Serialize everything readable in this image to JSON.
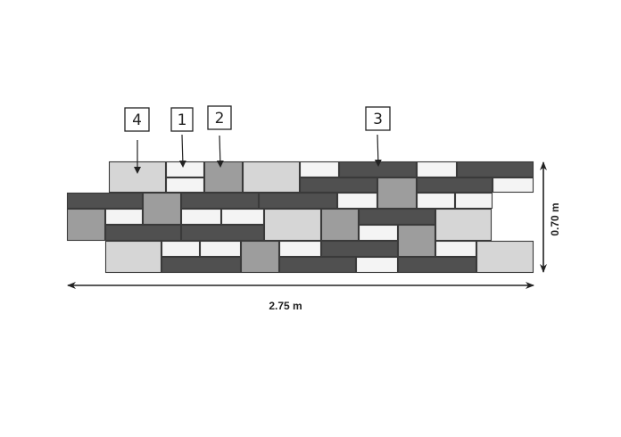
{
  "colors": {
    "stone_white": "#f4f4f4",
    "stone_light": "#d6d6d6",
    "stone_mid": "#9d9d9d",
    "stone_dark": "#505050",
    "outline": "#3a3a3a",
    "ink": "#222222"
  },
  "callouts": [
    {
      "id": "4",
      "label": "4"
    },
    {
      "id": "1",
      "label": "1"
    },
    {
      "id": "2",
      "label": "2"
    },
    {
      "id": "3",
      "label": "3"
    }
  ],
  "dimensions": {
    "width_label": "2.75 m",
    "height_label": "0.70 m"
  }
}
